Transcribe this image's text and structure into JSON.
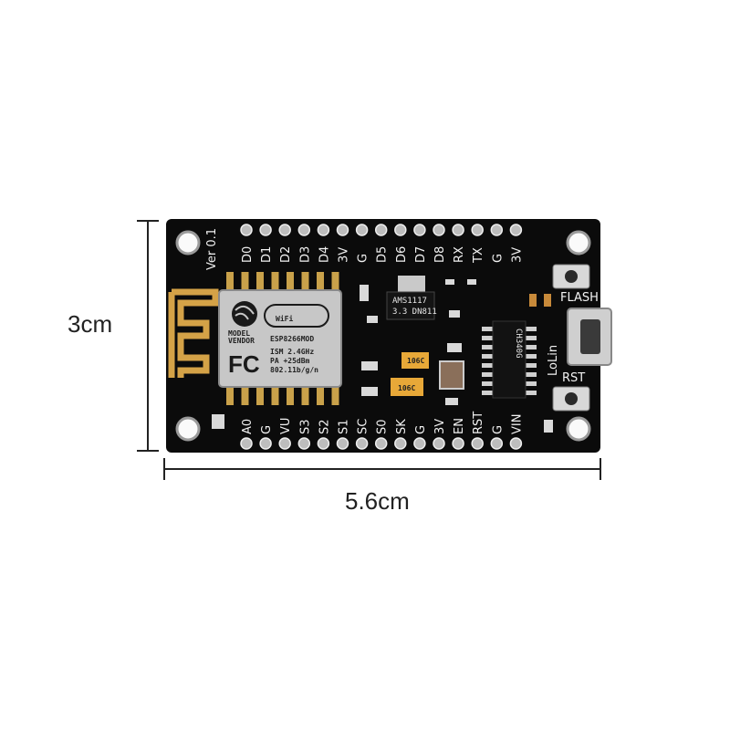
{
  "dimensions": {
    "height_label": "3cm",
    "width_label": "5.6cm"
  },
  "board": {
    "version_label": "Ver 0.1",
    "top_pins": [
      "D0",
      "D1",
      "D2",
      "D3",
      "D4",
      "3V",
      "G",
      "D5",
      "D6",
      "D7",
      "D8",
      "RX",
      "TX",
      "G",
      "3V"
    ],
    "bottom_pins": [
      "A0",
      "G",
      "VU",
      "S3",
      "S2",
      "S1",
      "SC",
      "S0",
      "SK",
      "G",
      "3V",
      "EN",
      "RST",
      "G",
      "VIN"
    ],
    "flash_label": "FLASH",
    "rst_label": "RST",
    "brand_label": "LoLin",
    "usb_chip_label": "CH340G",
    "regulator_label": "AMS1117\n3.3 DN811",
    "wifi_label": "WiFi",
    "fc_label": "FC",
    "module": {
      "model_label": "MODEL",
      "vendor_label": "VENDOR",
      "name": "ESP8266MOD",
      "spec_lines": [
        "ISM 2.4GHz",
        "PA  +25dBm",
        "802.11b/g/n"
      ]
    },
    "cap_label_1": "106C",
    "cap_label_2": "106C"
  },
  "colors": {
    "pcb": "#0b0b0b",
    "silkscreen": "#f2f2f2",
    "antenna": "#d4a247",
    "shield": "#c7c7c7",
    "tantalum": "#e8a838"
  }
}
